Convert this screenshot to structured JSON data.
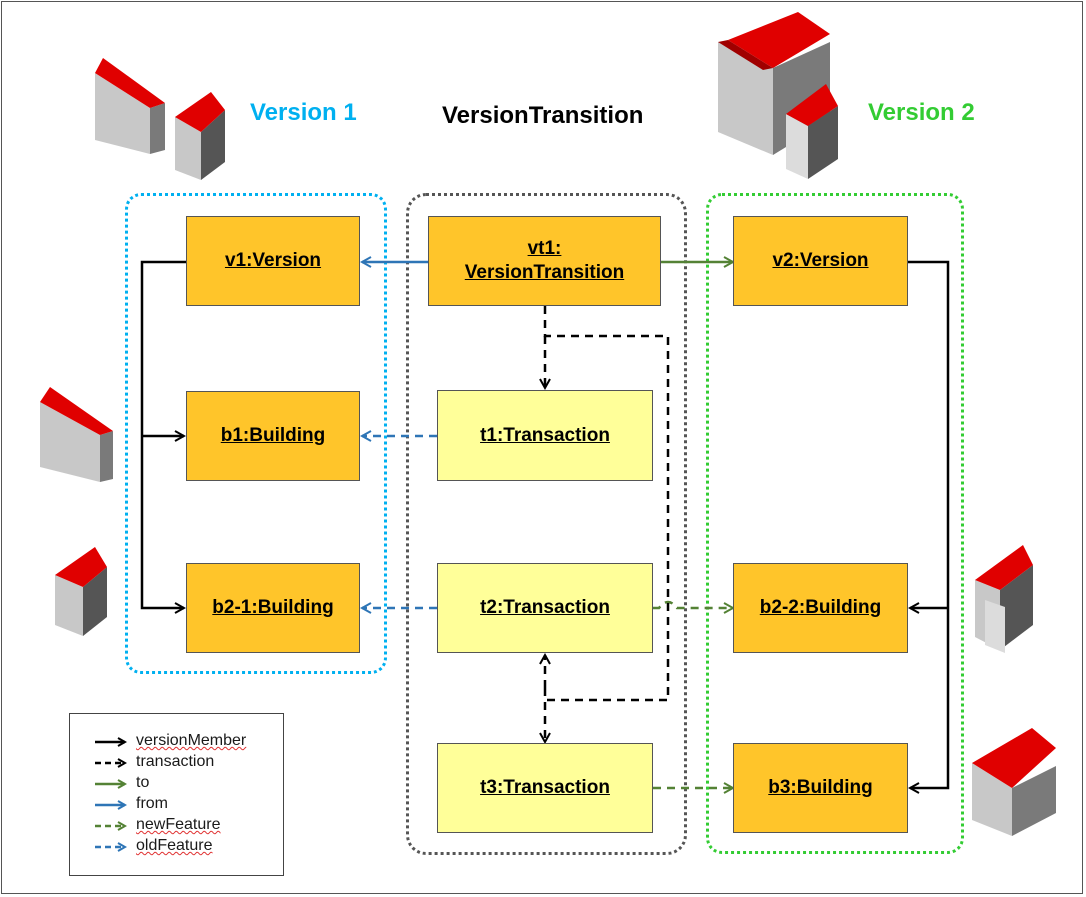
{
  "headings": {
    "version1": "Version 1",
    "transition": "VersionTransition",
    "version2": "Version 2"
  },
  "boxes": {
    "v1": "v1:Version",
    "vt1_line1": "vt1:",
    "vt1_line2": "VersionTransition",
    "v2": "v2:Version",
    "b1": "b1:Building",
    "t1": "t1:Transaction",
    "b2_1": "b2-1:Building",
    "t2": "t2:Transaction",
    "b2_2": "b2-2:Building",
    "t3": "t3:Transaction",
    "b3": "b3:Building"
  },
  "legend": [
    {
      "label": "versionMember",
      "color": "#000000",
      "dashed": false
    },
    {
      "label": "transaction",
      "color": "#000000",
      "dashed": true
    },
    {
      "label": "to",
      "color": "#548235",
      "dashed": false
    },
    {
      "label": "from",
      "color": "#2e75b6",
      "dashed": false
    },
    {
      "label": "newFeature",
      "color": "#548235",
      "dashed": true
    },
    {
      "label": "oldFeature",
      "color": "#2e75b6",
      "dashed": true
    }
  ],
  "colors": {
    "version1": "#00b0f0",
    "version2": "#33cc33",
    "transitionGroup": "#555555",
    "orangeBox": "#ffc52a",
    "yellowBox": "#ffff99",
    "roof": "#e00000",
    "wall": "#c8c8c8"
  },
  "icons": [
    "building-icon"
  ]
}
